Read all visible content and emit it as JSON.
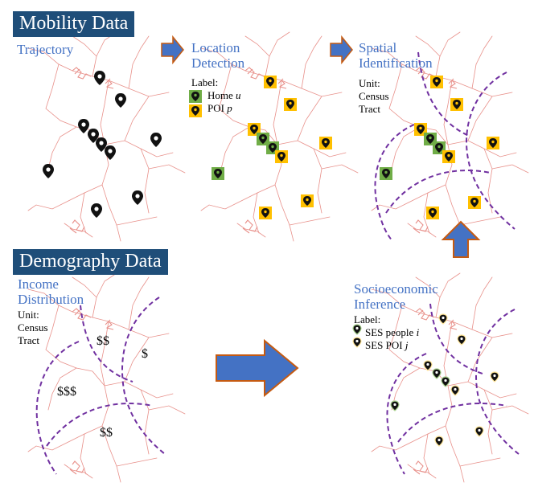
{
  "colors": {
    "banner": "#1f4e79",
    "heading": "#4472c4",
    "roads": "#e8908a",
    "tract_border": "#7030a0",
    "home_box": "#70ad47",
    "poi_box": "#ffc000",
    "arrow_fill": "#4472c4",
    "arrow_stroke": "#c55a11"
  },
  "mobility": {
    "banner": "Mobility Data",
    "subtitle": "Trajectory"
  },
  "location": {
    "title_l1": "Location",
    "title_l2": "Detection",
    "legend_title": "Label:",
    "home_label": "Home",
    "home_var": "u",
    "poi_label": "POI",
    "poi_var": "p"
  },
  "spatial": {
    "title_l1": "Spatial",
    "title_l2": "Identification",
    "unit_l1": "Unit:",
    "unit_l2": "Census",
    "unit_l3": "Tract"
  },
  "demography": {
    "banner": "Demography Data",
    "title_l1": "Income",
    "title_l2": "Distribution",
    "unit_l1": "Unit:",
    "unit_l2": "Census",
    "unit_l3": "Tract",
    "income_top": "$$",
    "income_right": "$",
    "income_left": "$$$",
    "income_bottom": "$$"
  },
  "socio": {
    "title_l1": "Socioeconomic",
    "title_l2": "Inference",
    "legend_title": "Label:",
    "people_label": "SES people",
    "people_var": "i",
    "poi_label": "SES POI",
    "poi_var": "j"
  },
  "icons": [
    "location-pin-icon",
    "arrow-right-icon",
    "arrow-up-icon"
  ]
}
